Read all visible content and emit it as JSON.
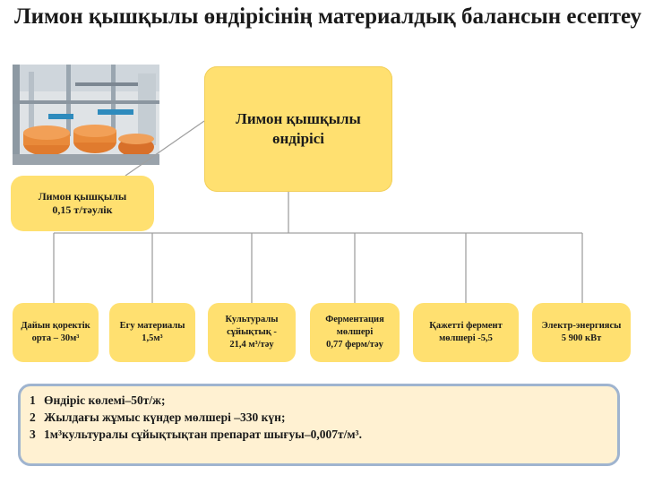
{
  "title": "Лимон қышқылы өндірісінің материалдық балансын есептеу",
  "photo": {
    "icon": "factory-fermenters-image"
  },
  "main_box": {
    "text": "Лимон қышқылы өндірісі"
  },
  "product_box": {
    "line1": "Лимон қышқылы",
    "line2": "0,15 т/тәулік"
  },
  "inputs": [
    {
      "line1": "Дайын қоректік",
      "line2": "орта – 30м³"
    },
    {
      "line1": "Егу материалы",
      "line2": "1,5м³"
    },
    {
      "line1": "Культуралы",
      "line2": "сұйықтық -",
      "line3": "21,4 м³/тәу"
    },
    {
      "line1": "Ферментация",
      "line2": "мөлшері",
      "line3": "0,77 ферм/тәу"
    },
    {
      "line1": "Қажетті фермент",
      "line2": "мөлшері -5,5"
    },
    {
      "line1": "Электр-энергиясы",
      "line2": "5 900 кВт"
    }
  ],
  "notes": [
    {
      "num": "1",
      "text": "Өндіріс көлемі–50т/ж;"
    },
    {
      "num": "2",
      "text": "Жылдағы жұмыс күндер мөлшері –330 күн;"
    },
    {
      "num": "3",
      "text": "1м³культуралы сұйықтықтан препарат шығуы–0,007т/м³."
    }
  ],
  "colors": {
    "box_fill": "#ffe070",
    "notes_fill": "#fff1d2",
    "notes_border": "#9fb4cf",
    "connector": "#a0a0a0"
  }
}
